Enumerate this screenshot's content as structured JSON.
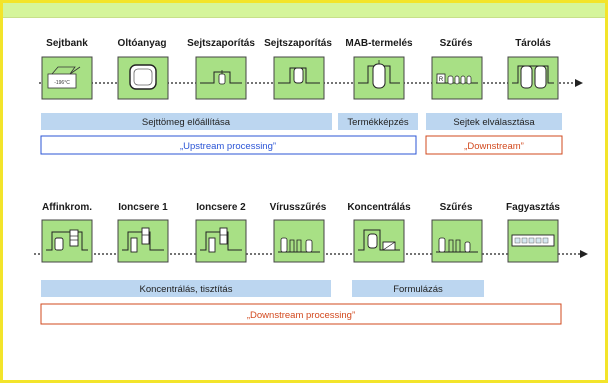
{
  "rows": [
    {
      "steps": [
        {
          "label": "Sejtbank",
          "icon": "freezer-icon",
          "temp": "-196°C"
        },
        {
          "label": "Oltóanyag",
          "icon": "flask-icon"
        },
        {
          "label": "Sejtszaporítás",
          "icon": "bioreactor-small-icon"
        },
        {
          "label": "Sejtszaporítás",
          "icon": "bioreactor-large-icon"
        },
        {
          "label": "MAB-termelés",
          "icon": "production-reactor-icon"
        },
        {
          "label": "Szűrés",
          "icon": "filtration-icon"
        },
        {
          "label": "Tárolás",
          "icon": "storage-tanks-icon"
        }
      ],
      "bands": [
        {
          "text": "Sejttömeg előállítása"
        },
        {
          "text": "Termékképzés"
        },
        {
          "text": "Sejtek elválasztása"
        }
      ],
      "phases": [
        {
          "text": "„Upstream processing”",
          "color": "#2b55d6"
        },
        {
          "text": "„Downstream”",
          "color": "#d2491e"
        }
      ]
    },
    {
      "steps": [
        {
          "label": "Affinkrom.",
          "icon": "affinity-column-icon"
        },
        {
          "label": "Ioncsere 1",
          "icon": "ion-exchange-icon"
        },
        {
          "label": "Ioncsere 2",
          "icon": "ion-exchange-icon"
        },
        {
          "label": "Vírusszűrés",
          "icon": "virus-filter-icon"
        },
        {
          "label": "Koncentrálás",
          "icon": "concentration-icon"
        },
        {
          "label": "Szűrés",
          "icon": "filtration-icon"
        },
        {
          "label": "Fagyasztás",
          "icon": "freezing-rack-icon"
        }
      ],
      "bands": [
        {
          "text": "Koncentrálás, tisztítás"
        },
        {
          "text": "Formulázás"
        }
      ],
      "phases": [
        {
          "text": "„Downstream processing”",
          "color": "#d2491e"
        }
      ]
    }
  ],
  "colors": {
    "box_fill": "#a8e085",
    "box_border": "#444444",
    "band_fill": "#bcd6f0",
    "top_bar": "#d5f59b",
    "frame": "#f3e42a"
  }
}
